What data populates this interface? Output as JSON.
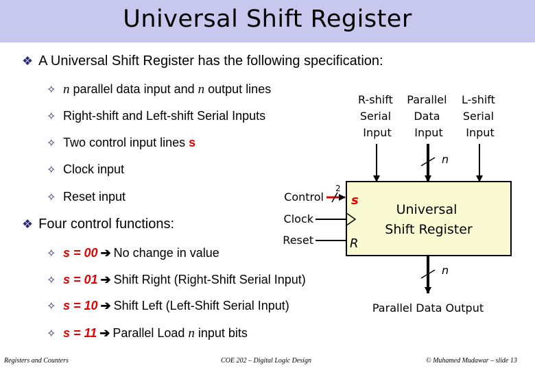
{
  "slide": {
    "title": "Universal Shift Register",
    "heading1": "A Universal Shift Register has the following specification:",
    "spec_items": [
      {
        "var1": "n",
        "text1": " parallel data input and ",
        "var2": "n",
        "text2": " output lines"
      },
      {
        "text": "Right-shift and Left-shift Serial Inputs"
      },
      {
        "text": "Two control input lines ",
        "red": "s"
      },
      {
        "text": "Clock input"
      },
      {
        "text": "Reset input"
      }
    ],
    "heading2": "Four control functions:",
    "functions": [
      {
        "code": "s = 00",
        "desc": "No change in value"
      },
      {
        "code": "s = 01",
        "desc": "Shift Right (Right-Shift Serial Input)"
      },
      {
        "code": "s = 10",
        "desc": "Shift Left (Left-Shift Serial Input)"
      },
      {
        "code": "s = 11",
        "desc": "Parallel Load ",
        "var": "n",
        "desc2": " input bits"
      }
    ]
  },
  "diagram": {
    "input_rshift": [
      "R-shift",
      "Serial",
      "Input"
    ],
    "input_parallel": [
      "Parallel",
      "Data",
      "Input"
    ],
    "input_lshift": [
      "L-shift",
      "Serial",
      "Input"
    ],
    "bus_n_in": "n",
    "bus_n_out": "n",
    "control_label": "Control",
    "control_width": "2",
    "clock_label": "Clock",
    "reset_label": "Reset",
    "pin_s": "s",
    "pin_r": "R",
    "box_label": [
      "Universal",
      "Shift Register"
    ],
    "output_label": "Parallel Data Output"
  },
  "footer": {
    "left": "Registers and Counters",
    "center": "COE 202 – Digital Logic Design",
    "right": "© Muhamed Mudawar – slide 13"
  },
  "colors": {
    "title_bar": "#c8c8ee",
    "box_fill": "#fafad2",
    "highlight": "#e30000"
  }
}
